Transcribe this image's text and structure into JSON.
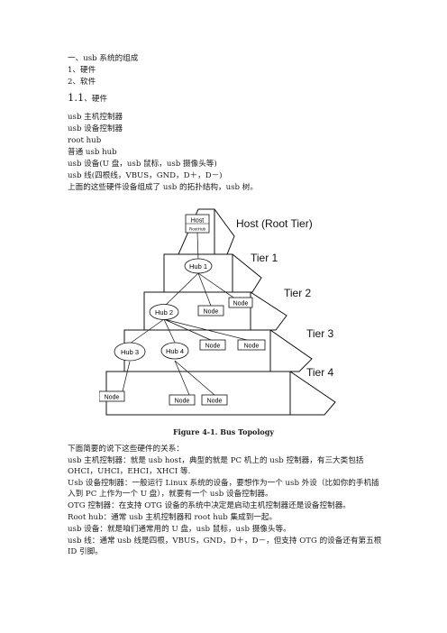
{
  "intro": {
    "title": "一、usb 系统的组成",
    "item1": "1、硬件",
    "item2": "2、软件"
  },
  "section": {
    "num": "1.1",
    "title": "、硬件"
  },
  "hw_list": [
    "usb 主机控制器",
    "usb 设备控制器",
    "root hub",
    "普通 usb hub",
    "usb 设备(U 盘，usb 鼠标，usb 摄像头等)",
    "usb 线(四根线，VBUS，GND，D＋，D－)",
    "上面的这些硬件设备组成了 usb 的拓扑结构，usb 树。"
  ],
  "figure": {
    "host_label": "Host",
    "roothub_label": "RootHub",
    "host_tier": "Host (Root Tier)",
    "tier1": "Tier 1",
    "tier2": "Tier 2",
    "tier3": "Tier 3",
    "tier4": "Tier 4",
    "hub1": "Hub 1",
    "hub2": "Hub 2",
    "hub3": "Hub 3",
    "hub4": "Hub 4",
    "node": "Node",
    "caption": "Figure 4-1.  Bus Topology"
  },
  "desc": [
    "下面简要的说下这些硬件的关系：",
    "usb 主机控制器：就是 usb host，典型的就是 PC 机上的 usb 控制器，有三大类包括 OHCI，UHCI，EHCI，XHCI 等.",
    "Usb 设备控制器：一般运行 Linux 系统的设备，要想作为一个 usb 外设（比如你的手机插入到 PC 上作为一个 U 盘），就要有一个 usb 设备控制器。",
    "OTG 控制器：在支持 OTG 设备的系统中决定是启动主机控制器还是设备控制器。",
    "Root hub：通常 usb 主机控制器和 root hub 集成到一起。",
    "usb 设备：就是咱们通常用的 U 盘，usb 鼠标，usb 摄像头等。",
    "usb 线：通常 usb 线是四根，VBUS，GND，D＋，D－，但支持 OTG 的设备还有第五根 ID 引脚。"
  ]
}
